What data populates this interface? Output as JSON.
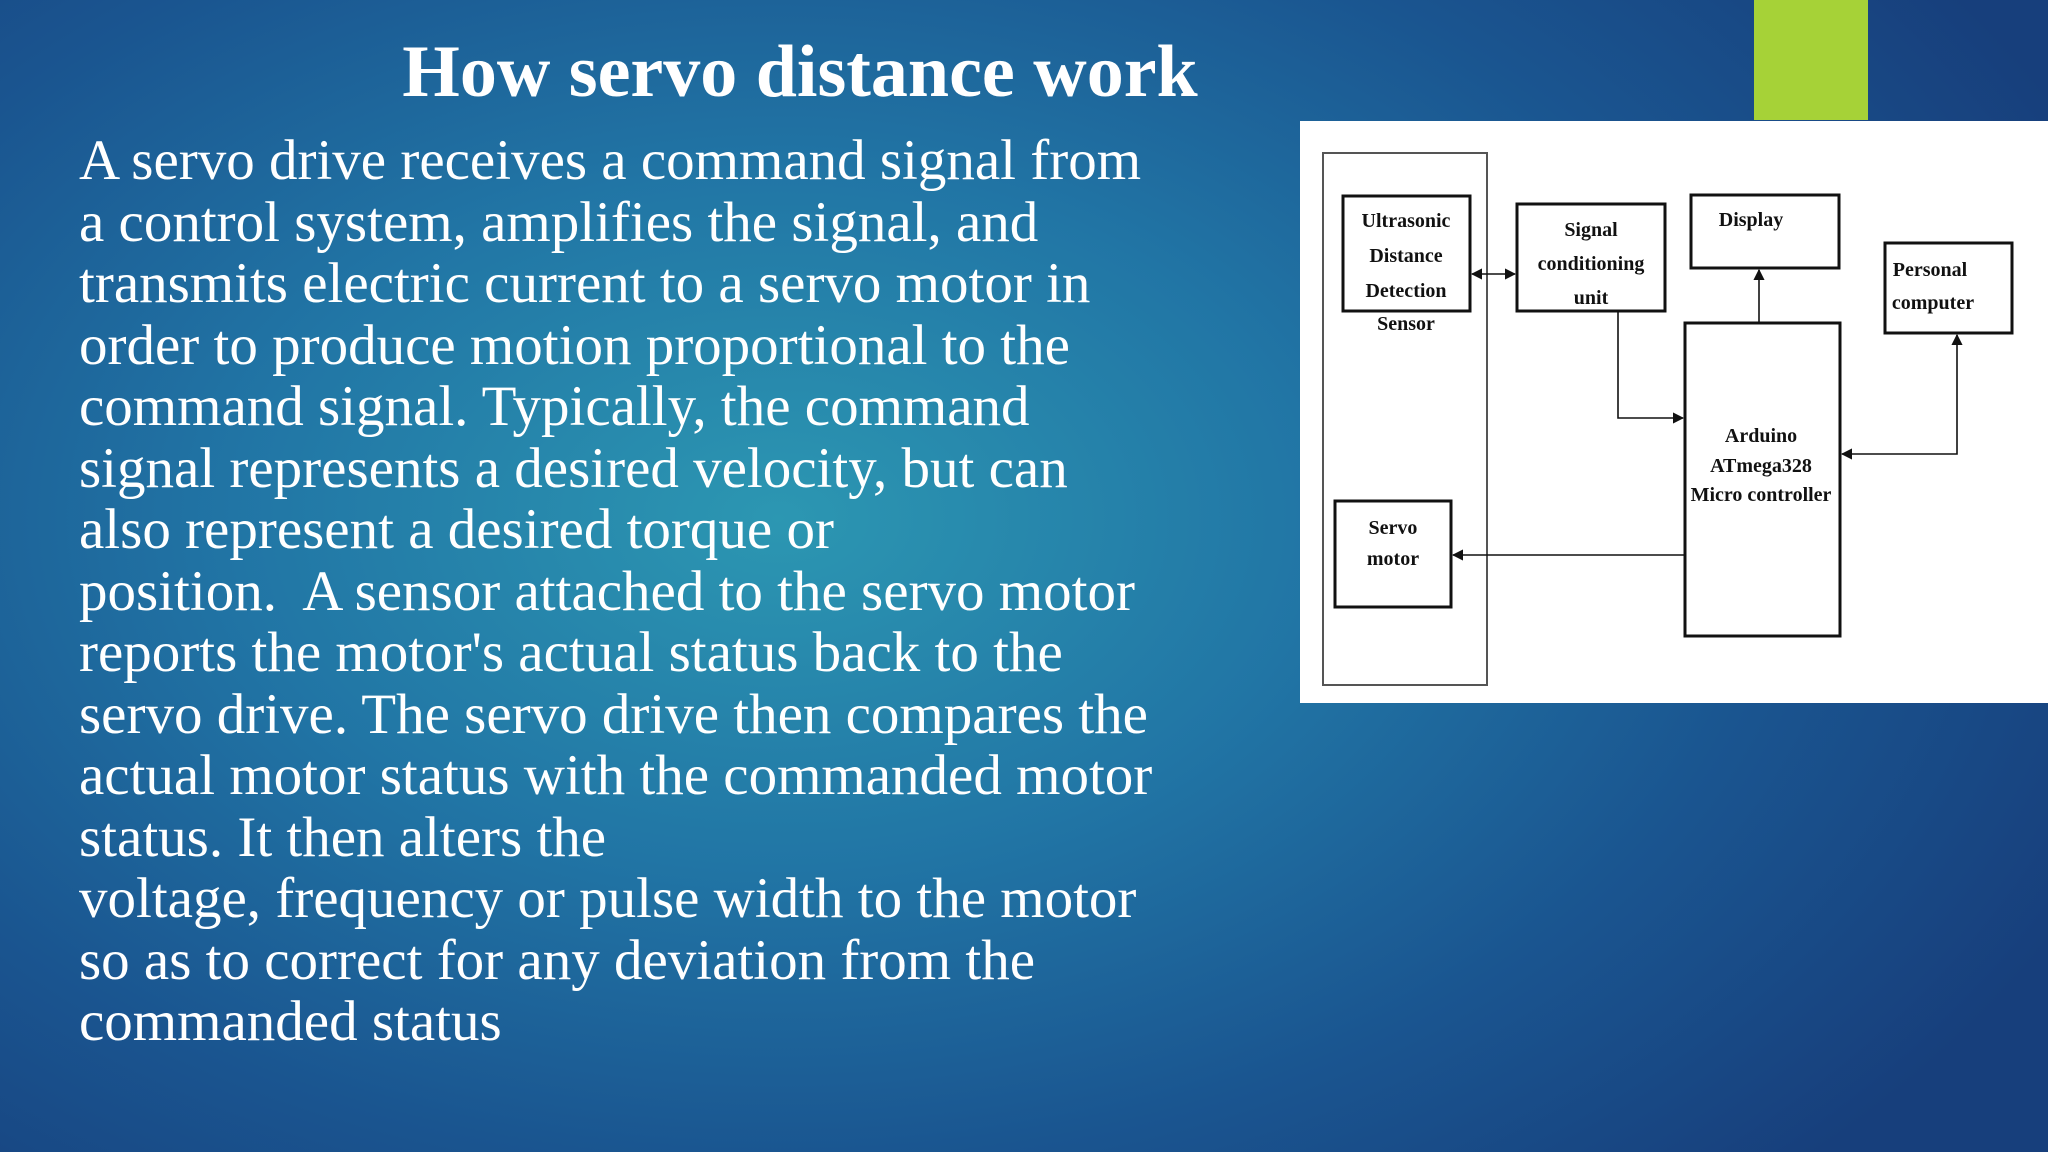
{
  "slide": {
    "title": "How servo distance work",
    "body_lines": [
      "A servo drive receives a command signal from",
      "a control system, amplifies the signal, and",
      "transmits electric current to a servo motor in",
      "order to produce motion proportional to the",
      "command signal. Typically, the command",
      "signal represents a desired velocity, but can",
      "also represent a desired torque or",
      "position.  A sensor attached to the servo motor",
      "reports the motor's actual status back to the",
      "servo drive. The servo drive then compares the",
      "actual motor status with the commanded motor",
      "status. It then alters the",
      "voltage, frequency or pulse width to the motor",
      "so as to correct for any deviation from the",
      "commanded status"
    ]
  },
  "diagram": {
    "blocks": {
      "sensor": [
        "Ultrasonic",
        "Distance",
        "Detection",
        "Sensor"
      ],
      "signal": [
        "Signal",
        "conditioning",
        "unit"
      ],
      "display": [
        "Display"
      ],
      "pc": [
        "Personal",
        "computer"
      ],
      "arduino": [
        "Arduino",
        "ATmega328",
        "Micro controller"
      ],
      "servo": [
        "Servo",
        "motor"
      ]
    }
  },
  "colors": {
    "accent_bar": "#a6d237",
    "text": "#ffffff",
    "background_center": "#2c97b2",
    "background_edge": "#173f7c"
  }
}
